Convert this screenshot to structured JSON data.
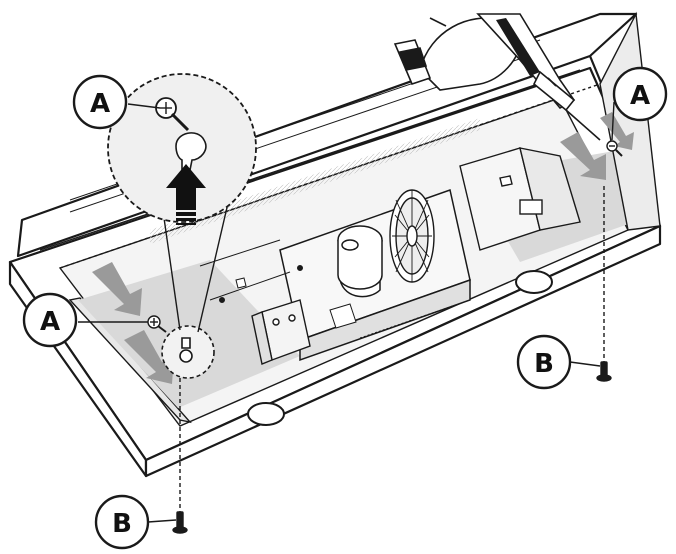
{
  "figure": {
    "type": "installation-diagram",
    "colors": {
      "line": "#1a1a1a",
      "housing_fill": "#ffffff",
      "interior_fill": "#d9d9d9",
      "arrow_fill": "#9a9a9a",
      "up_arrow_fill": "#111111",
      "callout_fill": "#ffffff"
    },
    "callouts": [
      {
        "id": "a-magnifier",
        "letter": "A"
      },
      {
        "id": "a-left",
        "letter": "A"
      },
      {
        "id": "a-right",
        "letter": "A"
      },
      {
        "id": "b-right",
        "letter": "B"
      },
      {
        "id": "b-bottom",
        "letter": "B"
      }
    ],
    "icons": [
      "screw-icon",
      "keyhole-slot-icon",
      "drill-icon",
      "hand-icon",
      "blower-wheel-icon",
      "arrow-down-icon",
      "arrow-up-icon"
    ]
  }
}
